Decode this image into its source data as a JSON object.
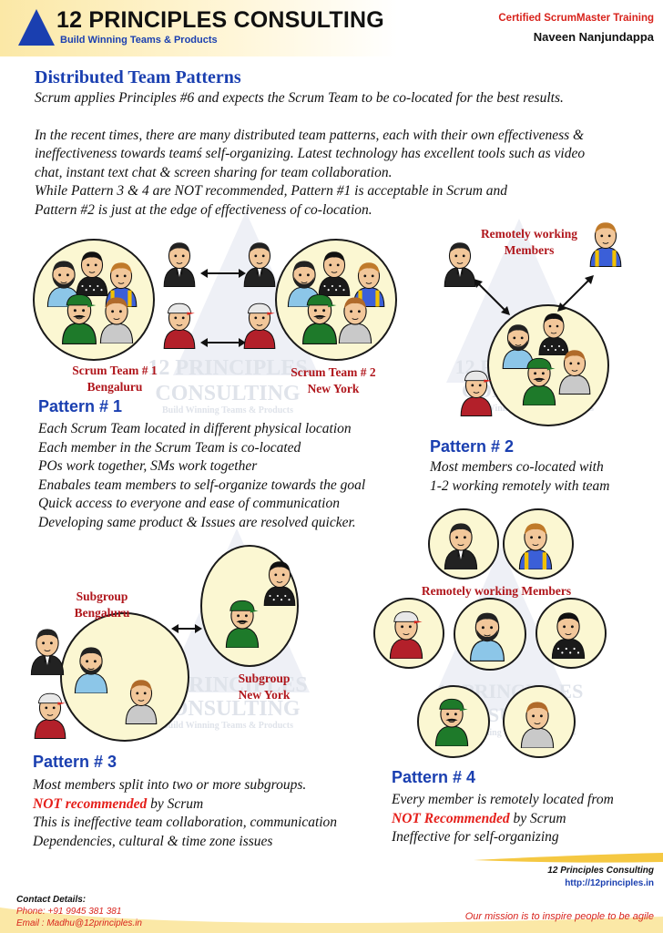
{
  "header": {
    "brand": "12 PRINCIPLES CONSULTING",
    "tagline": "Build Winning Teams & Products",
    "course": "Certified ScrumMaster Training",
    "author": "Naveen Nanjundappa"
  },
  "page_title": "Distributed Team Patterns",
  "intro": {
    "line1": "Scrum applies Principles #6 and expects the Scrum Team to be co-located for the best results.",
    "p2_l1": "In the recent times, there are many distributed team patterns, each with their own effectiveness &",
    "p2_l2": "ineffectiveness towards teamś self-organizing. Latest technology has excellent tools such as video",
    "p2_l3": "chat, instant text chat & screen sharing for team collaboration.",
    "p2_l4": "While Pattern 3 & 4 are NOT recommended, Pattern #1 is acceptable in Scrum and",
    "p2_l5": "Pattern #2 is just at the edge of effectiveness of co-location."
  },
  "pattern1": {
    "title": "Pattern # 1",
    "team1_l1": "Scrum Team # 1",
    "team1_l2": "Bengaluru",
    "team2_l1": "Scrum Team # 2",
    "team2_l2": "New York",
    "lines": [
      "Each Scrum Team located in different physical location",
      "Each member in the Scrum Team is co-located",
      "POs work together, SMs work together",
      "Enabales team members to self-organize towards the goal",
      "Quick access to everyone and ease of communication",
      "Developing same product & Issues are resolved quicker."
    ]
  },
  "pattern2": {
    "title": "Pattern # 2",
    "remote_l1": "Remotely working",
    "remote_l2": "Members",
    "lines": [
      "Most members co-located with",
      "1-2 working remotely with team"
    ]
  },
  "pattern3": {
    "title": "Pattern # 3",
    "sub1_l1": "Subgroup",
    "sub1_l2": "Bengaluru",
    "sub2_l1": "Subgroup",
    "sub2_l2": "New York",
    "line1": "Most members split into two or more subgroups.",
    "line2_red": "NOT recommended",
    "line2_rest": " by Scrum",
    "line3": "This is ineffective team collaboration, communication",
    "line4": "Dependencies, cultural & time zone issues"
  },
  "pattern4": {
    "title": "Pattern # 4",
    "remote": "Remotely working Members",
    "line1": "Every member is remotely located from",
    "line2_red": "NOT Recommended",
    "line2_rest": " by Scrum",
    "line3": "Ineffective for self-organizing"
  },
  "watermark": {
    "l1": "12 PRINCIPLES",
    "l2": "CONSULTING",
    "l3": "Build Winning Teams & Products"
  },
  "footer": {
    "company": "12 Principles Consulting",
    "url": "http://12principles.in",
    "contact_title": "Contact Details:",
    "phone": "Phone:  +91 9945 381 381",
    "email": "Email : Madhu@12principles.in",
    "mission": "Our mission is to inspire people to be agile"
  },
  "colors": {
    "brand_blue": "#1a3fb0",
    "accent_red": "#e51f1a",
    "label_maroon": "#b0161c",
    "circle_fill": "#fbf7d2"
  }
}
